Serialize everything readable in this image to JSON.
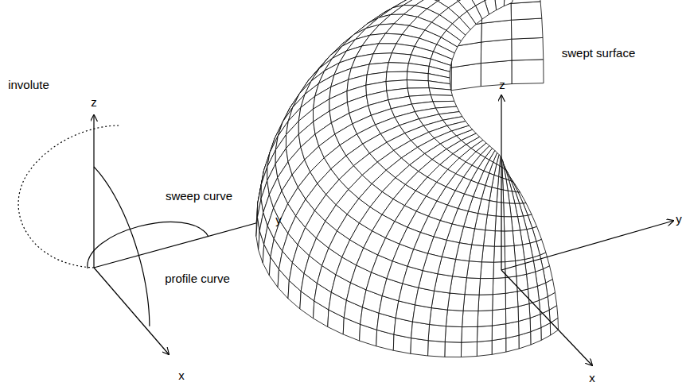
{
  "diagram": {
    "labels": [
      "z",
      "involute",
      "sweep curve",
      "y",
      "profile curve",
      "x",
      "swept surface",
      "z",
      "y",
      "x"
    ]
  }
}
